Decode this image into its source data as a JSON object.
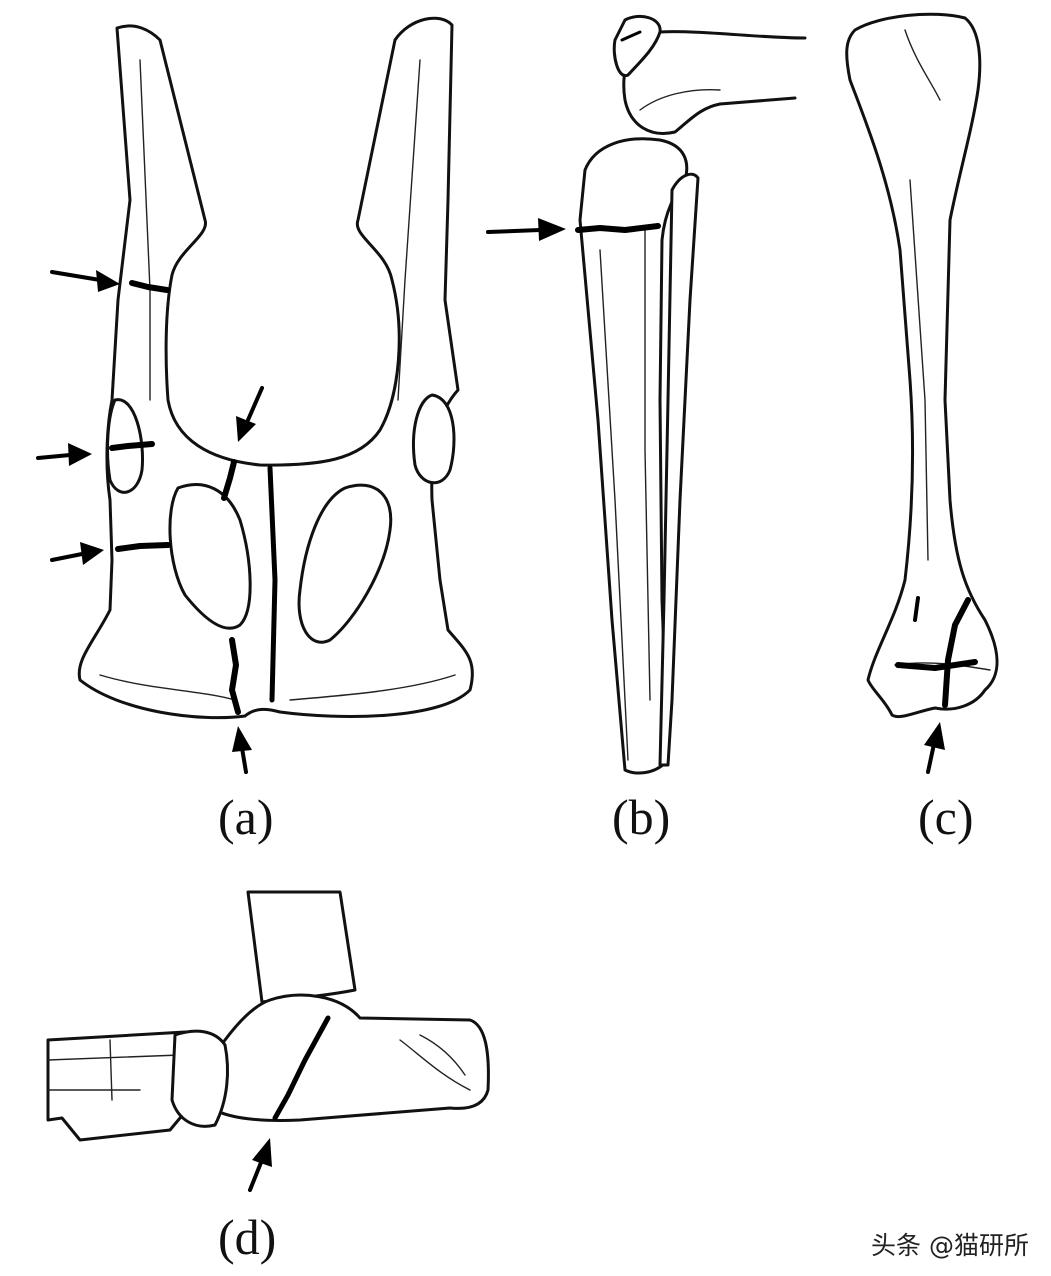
{
  "figure": {
    "panels": [
      {
        "id": "a",
        "caption": "(a)"
      },
      {
        "id": "b",
        "caption": "(b)"
      },
      {
        "id": "c",
        "caption": "(c)"
      },
      {
        "id": "d",
        "caption": "(d)"
      }
    ],
    "watermark": "头条 @猫研所"
  },
  "colors": {
    "ink": "#111111",
    "background": "#ffffff"
  }
}
